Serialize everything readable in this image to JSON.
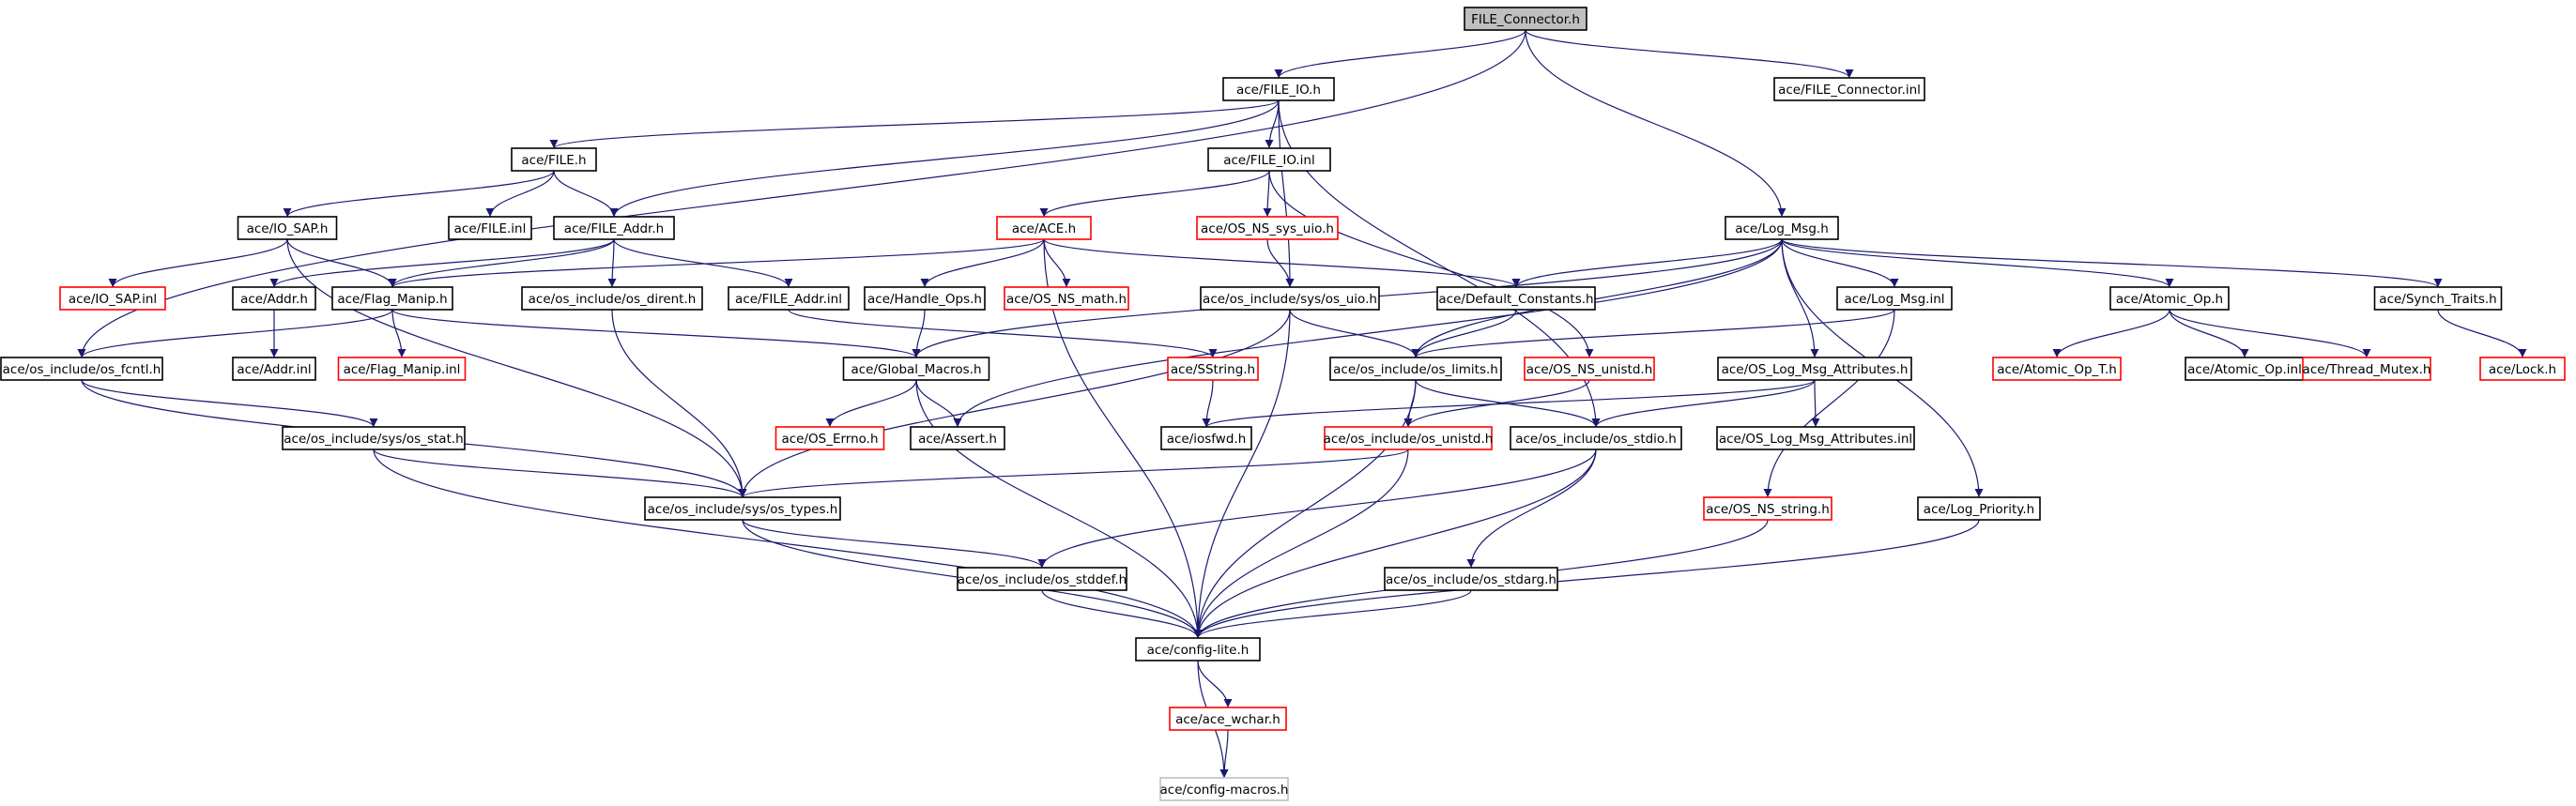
{
  "nodes": [
    {
      "id": "n_root",
      "label": "FILE_Connector.h",
      "style": "root"
    },
    {
      "id": "n_file_io_h",
      "label": "ace/FILE_IO.h",
      "style": "black"
    },
    {
      "id": "n_fc_inl",
      "label": "ace/FILE_Connector.inl",
      "style": "black"
    },
    {
      "id": "n_file_h",
      "label": "ace/FILE.h",
      "style": "black"
    },
    {
      "id": "n_file_io_inl",
      "label": "ace/FILE_IO.inl",
      "style": "black"
    },
    {
      "id": "n_io_sap_h",
      "label": "ace/IO_SAP.h",
      "style": "black"
    },
    {
      "id": "n_file_inl",
      "label": "ace/FILE.inl",
      "style": "black"
    },
    {
      "id": "n_file_addr_h",
      "label": "ace/FILE_Addr.h",
      "style": "black"
    },
    {
      "id": "n_ace_h",
      "label": "ace/ACE.h",
      "style": "red"
    },
    {
      "id": "n_sys_uio",
      "label": "ace/OS_NS_sys_uio.h",
      "style": "red"
    },
    {
      "id": "n_log_msg_h",
      "label": "ace/Log_Msg.h",
      "style": "black"
    },
    {
      "id": "n_io_sap_inl",
      "label": "ace/IO_SAP.inl",
      "style": "red"
    },
    {
      "id": "n_addr_h",
      "label": "ace/Addr.h",
      "style": "black"
    },
    {
      "id": "n_flag_manip_h",
      "label": "ace/Flag_Manip.h",
      "style": "black"
    },
    {
      "id": "n_os_dirent",
      "label": "ace/os_include/os_dirent.h",
      "style": "black"
    },
    {
      "id": "n_file_addr_inl",
      "label": "ace/FILE_Addr.inl",
      "style": "black"
    },
    {
      "id": "n_handle_ops",
      "label": "ace/Handle_Ops.h",
      "style": "black"
    },
    {
      "id": "n_ns_math",
      "label": "ace/OS_NS_math.h",
      "style": "red"
    },
    {
      "id": "n_sys_os_uio",
      "label": "ace/os_include/sys/os_uio.h",
      "style": "black"
    },
    {
      "id": "n_default_const",
      "label": "ace/Default_Constants.h",
      "style": "black"
    },
    {
      "id": "n_log_msg_inl",
      "label": "ace/Log_Msg.inl",
      "style": "black"
    },
    {
      "id": "n_atomic_op_h",
      "label": "ace/Atomic_Op.h",
      "style": "black"
    },
    {
      "id": "n_synch_traits",
      "label": "ace/Synch_Traits.h",
      "style": "black"
    },
    {
      "id": "n_os_fcntl",
      "label": "ace/os_include/os_fcntl.h",
      "style": "black"
    },
    {
      "id": "n_addr_inl",
      "label": "ace/Addr.inl",
      "style": "black"
    },
    {
      "id": "n_flag_manip_inl",
      "label": "ace/Flag_Manip.inl",
      "style": "red"
    },
    {
      "id": "n_global_macros",
      "label": "ace/Global_Macros.h",
      "style": "black"
    },
    {
      "id": "n_sstring",
      "label": "ace/SString.h",
      "style": "red"
    },
    {
      "id": "n_os_limits",
      "label": "ace/os_include/os_limits.h",
      "style": "black"
    },
    {
      "id": "n_ns_unistd",
      "label": "ace/OS_NS_unistd.h",
      "style": "red"
    },
    {
      "id": "n_log_attr_h",
      "label": "ace/OS_Log_Msg_Attributes.h",
      "style": "black"
    },
    {
      "id": "n_atomic_op_t",
      "label": "ace/Atomic_Op_T.h",
      "style": "red"
    },
    {
      "id": "n_atomic_op_inl",
      "label": "ace/Atomic_Op.inl",
      "style": "black"
    },
    {
      "id": "n_thread_mutex",
      "label": "ace/Thread_Mutex.h",
      "style": "red"
    },
    {
      "id": "n_lock_h",
      "label": "ace/Lock.h",
      "style": "red"
    },
    {
      "id": "n_sys_os_stat",
      "label": "ace/os_include/sys/os_stat.h",
      "style": "black"
    },
    {
      "id": "n_os_errno",
      "label": "ace/OS_Errno.h",
      "style": "red"
    },
    {
      "id": "n_assert",
      "label": "ace/Assert.h",
      "style": "black"
    },
    {
      "id": "n_iosfwd",
      "label": "ace/iosfwd.h",
      "style": "black"
    },
    {
      "id": "n_os_unistd",
      "label": "ace/os_include/os_unistd.h",
      "style": "red"
    },
    {
      "id": "n_os_stdio",
      "label": "ace/os_include/os_stdio.h",
      "style": "black"
    },
    {
      "id": "n_log_attr_inl",
      "label": "ace/OS_Log_Msg_Attributes.inl",
      "style": "black"
    },
    {
      "id": "n_sys_os_types",
      "label": "ace/os_include/sys/os_types.h",
      "style": "black"
    },
    {
      "id": "n_ns_string",
      "label": "ace/OS_NS_string.h",
      "style": "red"
    },
    {
      "id": "n_log_priority",
      "label": "ace/Log_Priority.h",
      "style": "black"
    },
    {
      "id": "n_os_stddef",
      "label": "ace/os_include/os_stddef.h",
      "style": "black"
    },
    {
      "id": "n_os_stdarg",
      "label": "ace/os_include/os_stdarg.h",
      "style": "black"
    },
    {
      "id": "n_config_lite",
      "label": "ace/config-lite.h",
      "style": "black"
    },
    {
      "id": "n_ace_wchar",
      "label": "ace/ace_wchar.h",
      "style": "red"
    },
    {
      "id": "n_config_macros",
      "label": "ace/config-macros.h",
      "style": "grey"
    }
  ],
  "edges": [
    [
      "n_root",
      "n_file_io_h"
    ],
    [
      "n_root",
      "n_fc_inl"
    ],
    [
      "n_root",
      "n_log_msg_h"
    ],
    [
      "n_root",
      "n_os_fcntl"
    ],
    [
      "n_file_io_h",
      "n_file_h"
    ],
    [
      "n_file_io_h",
      "n_file_io_inl"
    ],
    [
      "n_file_io_h",
      "n_file_addr_h"
    ],
    [
      "n_file_io_h",
      "n_sys_os_uio"
    ],
    [
      "n_file_io_h",
      "n_os_stdio"
    ],
    [
      "n_file_h",
      "n_io_sap_h"
    ],
    [
      "n_file_h",
      "n_file_inl"
    ],
    [
      "n_file_h",
      "n_file_addr_h"
    ],
    [
      "n_file_io_inl",
      "n_ace_h"
    ],
    [
      "n_file_io_inl",
      "n_sys_uio"
    ],
    [
      "n_file_io_inl",
      "n_ns_unistd"
    ],
    [
      "n_io_sap_h",
      "n_io_sap_inl"
    ],
    [
      "n_io_sap_h",
      "n_flag_manip_h"
    ],
    [
      "n_io_sap_h",
      "n_sys_os_types"
    ],
    [
      "n_file_addr_h",
      "n_addr_h"
    ],
    [
      "n_file_addr_h",
      "n_flag_manip_h"
    ],
    [
      "n_file_addr_h",
      "n_os_dirent"
    ],
    [
      "n_file_addr_h",
      "n_file_addr_inl"
    ],
    [
      "n_ace_h",
      "n_flag_manip_h"
    ],
    [
      "n_ace_h",
      "n_handle_ops"
    ],
    [
      "n_ace_h",
      "n_ns_math"
    ],
    [
      "n_ace_h",
      "n_default_const"
    ],
    [
      "n_ace_h",
      "n_config_lite"
    ],
    [
      "n_sys_uio",
      "n_sys_os_uio"
    ],
    [
      "n_log_msg_h",
      "n_default_const"
    ],
    [
      "n_log_msg_h",
      "n_log_msg_inl"
    ],
    [
      "n_log_msg_h",
      "n_atomic_op_h"
    ],
    [
      "n_log_msg_h",
      "n_synch_traits"
    ],
    [
      "n_log_msg_h",
      "n_global_macros"
    ],
    [
      "n_log_msg_h",
      "n_os_limits"
    ],
    [
      "n_log_msg_h",
      "n_log_attr_h"
    ],
    [
      "n_log_msg_h",
      "n_assert"
    ],
    [
      "n_log_msg_h",
      "n_log_priority"
    ],
    [
      "n_addr_h",
      "n_addr_inl"
    ],
    [
      "n_flag_manip_h",
      "n_os_fcntl"
    ],
    [
      "n_flag_manip_h",
      "n_flag_manip_inl"
    ],
    [
      "n_flag_manip_h",
      "n_global_macros"
    ],
    [
      "n_os_dirent",
      "n_sys_os_types"
    ],
    [
      "n_file_addr_inl",
      "n_sstring"
    ],
    [
      "n_handle_ops",
      "n_global_macros"
    ],
    [
      "n_sys_os_uio",
      "n_os_limits"
    ],
    [
      "n_sys_os_uio",
      "n_sys_os_types"
    ],
    [
      "n_sys_os_uio",
      "n_config_lite"
    ],
    [
      "n_default_const",
      "n_os_limits"
    ],
    [
      "n_log_msg_inl",
      "n_os_limits"
    ],
    [
      "n_log_msg_inl",
      "n_ns_string"
    ],
    [
      "n_atomic_op_h",
      "n_atomic_op_t"
    ],
    [
      "n_atomic_op_h",
      "n_atomic_op_inl"
    ],
    [
      "n_atomic_op_h",
      "n_thread_mutex"
    ],
    [
      "n_synch_traits",
      "n_lock_h"
    ],
    [
      "n_os_fcntl",
      "n_sys_os_stat"
    ],
    [
      "n_os_fcntl",
      "n_sys_os_types"
    ],
    [
      "n_global_macros",
      "n_os_errno"
    ],
    [
      "n_global_macros",
      "n_assert"
    ],
    [
      "n_global_macros",
      "n_config_lite"
    ],
    [
      "n_sstring",
      "n_iosfwd"
    ],
    [
      "n_os_limits",
      "n_os_unistd"
    ],
    [
      "n_os_limits",
      "n_os_stdio"
    ],
    [
      "n_os_limits",
      "n_config_lite"
    ],
    [
      "n_ns_unistd",
      "n_os_unistd"
    ],
    [
      "n_log_attr_h",
      "n_iosfwd"
    ],
    [
      "n_log_attr_h",
      "n_os_stdio"
    ],
    [
      "n_log_attr_h",
      "n_log_attr_inl"
    ],
    [
      "n_sys_os_stat",
      "n_sys_os_types"
    ],
    [
      "n_sys_os_stat",
      "n_config_lite"
    ],
    [
      "n_os_unistd",
      "n_sys_os_types"
    ],
    [
      "n_os_unistd",
      "n_config_lite"
    ],
    [
      "n_os_stdio",
      "n_os_stddef"
    ],
    [
      "n_os_stdio",
      "n_os_stdarg"
    ],
    [
      "n_os_stdio",
      "n_config_lite"
    ],
    [
      "n_sys_os_types",
      "n_os_stddef"
    ],
    [
      "n_sys_os_types",
      "n_config_lite"
    ],
    [
      "n_ns_string",
      "n_config_lite"
    ],
    [
      "n_log_priority",
      "n_config_lite"
    ],
    [
      "n_os_stddef",
      "n_config_lite"
    ],
    [
      "n_os_stdarg",
      "n_config_lite"
    ],
    [
      "n_config_lite",
      "n_ace_wchar"
    ],
    [
      "n_config_lite",
      "n_config_macros"
    ],
    [
      "n_ace_wchar",
      "n_config_macros"
    ]
  ]
}
